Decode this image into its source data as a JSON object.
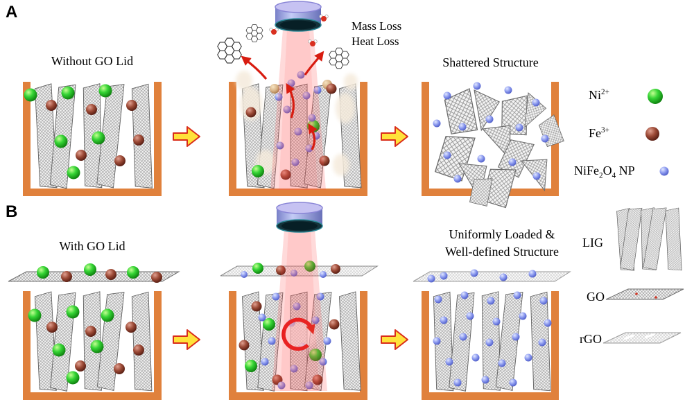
{
  "figure": {
    "panel_a": {
      "label": "A",
      "scene1_title": "Without GO Lid",
      "loss_line1": "Mass Loss",
      "loss_line2": "Heat Loss",
      "scene3_title": "Shattered Structure"
    },
    "panel_b": {
      "label": "B",
      "scene1_title": "With GO Lid",
      "scene3_title_line1": "Uniformly Loaded &",
      "scene3_title_line2": "Well-defined Structure"
    },
    "legend": {
      "ni": {
        "base": "Ni",
        "sup": "2+"
      },
      "fe": {
        "base": "Fe",
        "sup": "3+"
      },
      "nifeo4": {
        "p1": "NiFe",
        "s1": "2",
        "p2": "O",
        "s2": "4",
        "p3": " NP"
      },
      "lig": "LIG",
      "go": "GO",
      "rgo": "rGO"
    },
    "colors": {
      "ni_ion": "#2fae2f",
      "fe_ion": "#8a3a2a",
      "nifeo4_np": "#8593ea",
      "crucible": "#e0813c",
      "laser_beam": "#ff5a5a",
      "arrow_fill": "#ffe23a",
      "arrow_outline": "#d92c1a"
    }
  }
}
